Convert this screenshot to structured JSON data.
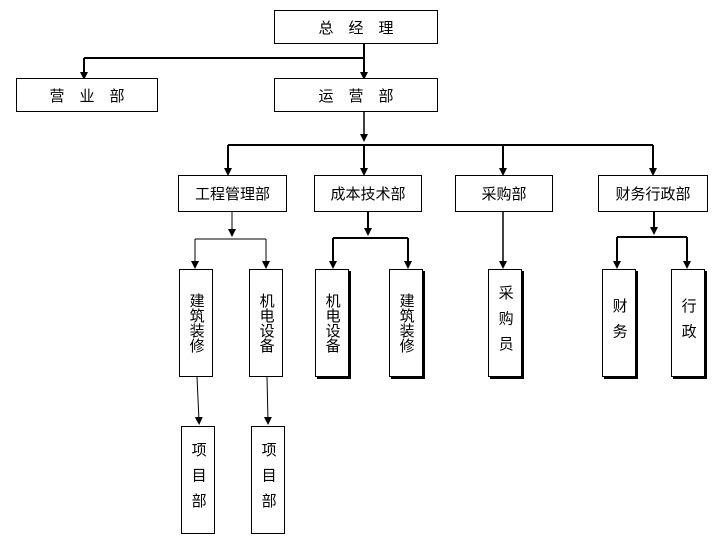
{
  "org": {
    "gm": "总　经　理",
    "sales": "营　业　部",
    "ops": "运　营　部",
    "eng": "工程管理部",
    "cost": "成本技术部",
    "purchase": "采购部",
    "fin": "财务行政部",
    "eng_build": "建筑装修",
    "eng_mep": "机电设备",
    "cost_mep": "机电设备",
    "cost_build": "建筑装修",
    "buyer": "采购员",
    "finance": "财务",
    "admin": "行政",
    "proj1": "项目部",
    "proj2": "项目部"
  }
}
